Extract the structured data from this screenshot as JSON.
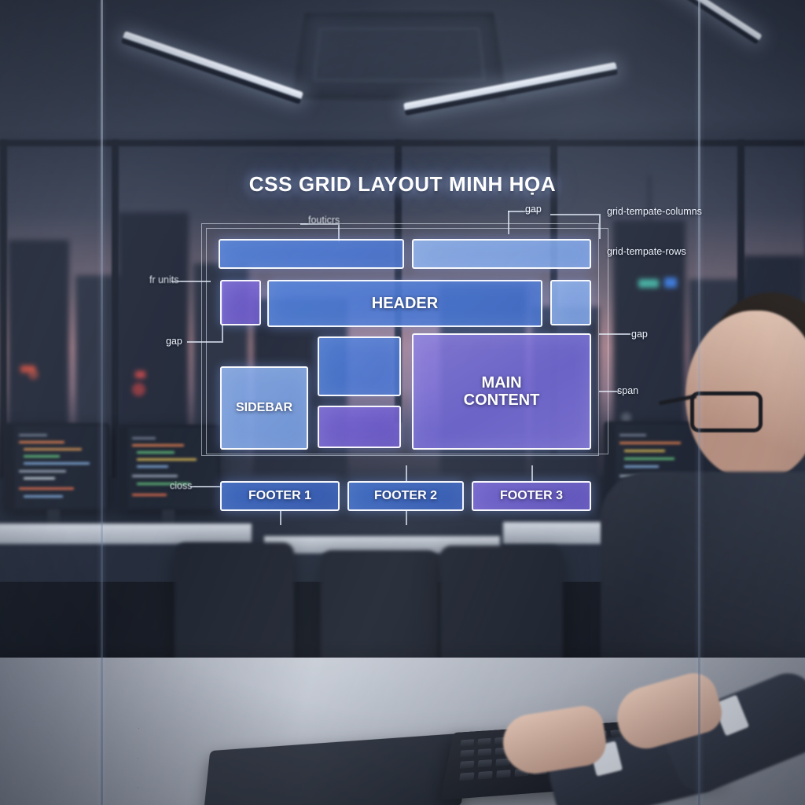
{
  "title": "CSS GRID LAYOUT MINH HỌA",
  "diagram": {
    "blocks": [
      {
        "id": "top-left-bar",
        "label": "",
        "color": "#5382dd"
      },
      {
        "id": "top-right-bar",
        "label": "",
        "color": "#8cb0ee"
      },
      {
        "id": "left-accent",
        "label": "",
        "color": "#7c6ada"
      },
      {
        "id": "header",
        "label": "HEADER",
        "color": "#5382dd"
      },
      {
        "id": "right-accent",
        "label": "",
        "color": "#8cb0ee"
      },
      {
        "id": "sidebar",
        "label": "SIDEBAR",
        "color": "#8cb0ee"
      },
      {
        "id": "mid-cell-top",
        "label": "",
        "color": "#5382dd"
      },
      {
        "id": "mid-cell-bottom",
        "label": "",
        "color": "#7c6ada"
      },
      {
        "id": "main-content",
        "label": "MAIN CONTENT",
        "color": "#897ee2"
      },
      {
        "id": "footer-1",
        "label": "FOOTER 1",
        "color": "#406cc7"
      },
      {
        "id": "footer-2",
        "label": "FOOTER 2",
        "color": "#4270cb"
      },
      {
        "id": "footer-3",
        "label": "FOOTER 3",
        "color": "#7768d6"
      }
    ],
    "annotations": [
      {
        "id": "ann-footers",
        "text": "fouticrs",
        "side": "top-left"
      },
      {
        "id": "ann-gap-top",
        "text": "gap",
        "side": "top-right"
      },
      {
        "id": "ann-grid-template-columns",
        "text": "grid-tempate-columns",
        "side": "right"
      },
      {
        "id": "ann-grid-template-rows",
        "text": "grid-tempate-rows",
        "side": "right"
      },
      {
        "id": "ann-fr-units",
        "text": "fr units",
        "side": "left"
      },
      {
        "id": "ann-gap-left",
        "text": "gap",
        "side": "left"
      },
      {
        "id": "ann-gap-right",
        "text": "gap",
        "side": "right"
      },
      {
        "id": "ann-span",
        "text": "span",
        "side": "right"
      },
      {
        "id": "ann-class",
        "text": "cioss",
        "side": "bottom-left"
      }
    ]
  },
  "scene": {
    "setting": "office-at-dusk",
    "glass_panel": "transparent-hologram-display"
  }
}
